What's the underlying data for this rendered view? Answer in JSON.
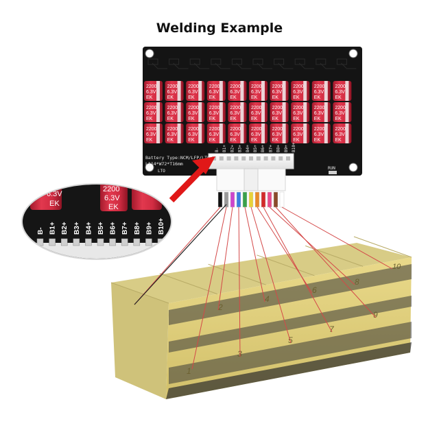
{
  "title": "Welding Example",
  "board": {
    "battery_type": "Battery Type:NCM/LFP/LTO",
    "dimensions": "L114*W72*T16mm",
    "lto_label": "LTO",
    "run_label": "RUN",
    "terminal_labels": [
      "B-",
      "B1+",
      "B2+",
      "B3+",
      "B4+",
      "B5+",
      "B6+",
      "B7+",
      "B8+",
      "B9+",
      "B10+"
    ],
    "capacitor": {
      "line1": "2200",
      "line2": "6.3V",
      "line3": "EK",
      "color": "#d8344a"
    }
  },
  "zoom": {
    "capacitor_text": [
      "6.3V",
      "EK",
      "2200",
      "6.3V",
      "EK"
    ],
    "terminal_labels": [
      "B-",
      "B1+",
      "B2+",
      "B3+",
      "B4+",
      "B5+",
      "B6+",
      "B7+",
      "B8+",
      "B9+",
      "B10+"
    ]
  },
  "wire_colors": [
    "#111111",
    "#9a9a9a",
    "#cc44cc",
    "#3a7de0",
    "#3aa04a",
    "#e8d23a",
    "#e88a2a",
    "#d22a2a",
    "#e84a8a",
    "#8a4a2a",
    "#ffffff"
  ],
  "pack": {
    "top_numbers": [
      "2",
      "4",
      "6",
      "8",
      "10"
    ],
    "front_numbers": [
      "1",
      "3",
      "5",
      "7",
      "9"
    ],
    "tape_color": "#e3d58a"
  }
}
